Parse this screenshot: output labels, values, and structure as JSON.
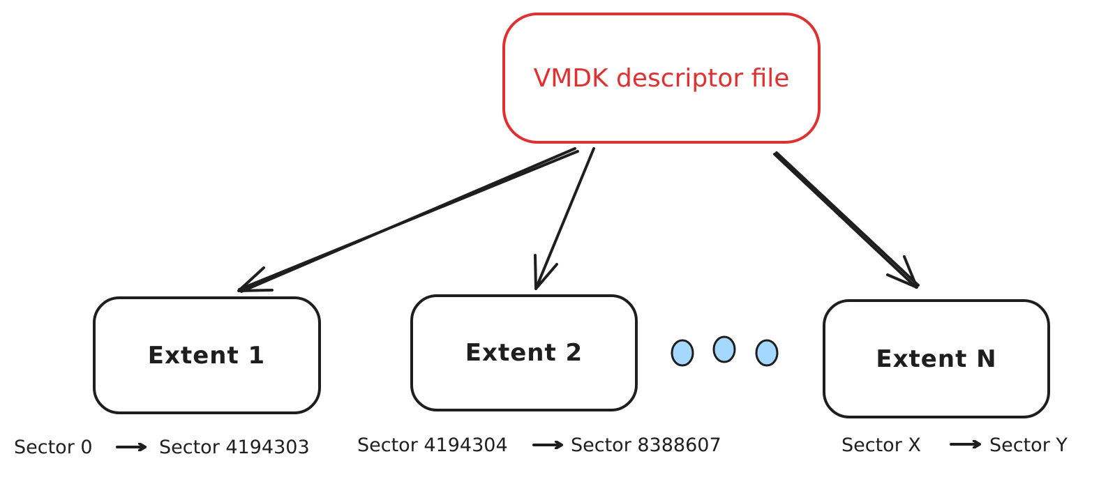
{
  "root": {
    "label": "VMDK descriptor file",
    "color": "#e03131"
  },
  "extents": [
    {
      "label": "Extent 1",
      "range_start": "Sector 0",
      "range_end": "Sector 4194303"
    },
    {
      "label": "Extent 2",
      "range_start": "Sector 4194304",
      "range_end": "Sector 8388607"
    },
    {
      "label": "Extent N",
      "range_start": "Sector X",
      "range_end": "Sector Y"
    }
  ],
  "ellipsis": {
    "count": 3,
    "color": "#a5d8ff"
  },
  "colors": {
    "stroke": "#1e1e1e",
    "accent": "#e03131"
  }
}
